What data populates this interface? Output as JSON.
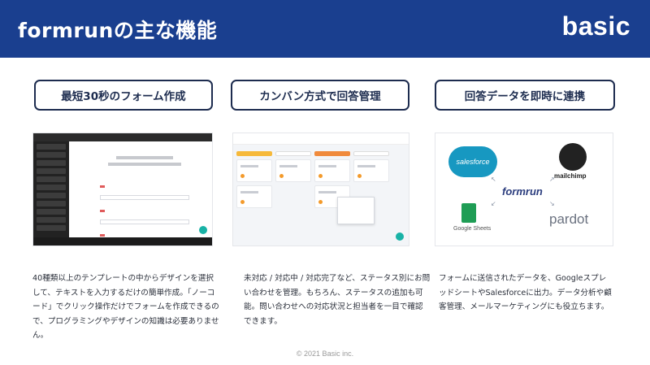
{
  "header": {
    "title": "formrunの主な機能",
    "logo": "basic"
  },
  "features": [
    {
      "label": "最短30秒のフォーム作成",
      "description": "40種類以上のテンプレートの中からデザインを選択して、テキストを入力するだけの簡単作成。「ノーコード」でクリック操作だけでフォームを作成できるので、プログラミングやデザインの知識は必要ありません。"
    },
    {
      "label": "カンバン方式で回答管理",
      "description": "未対応 / 対応中 / 対応完了など、ステータス別にお問い合わせを管理。もちろん、ステータスの追加も可能。問い合わせへの対応状況と担当者を一目で確認できます。"
    },
    {
      "label": "回答データを即時に連携",
      "description": "フォームに送信されたデータを、GoogleスプレッドシートやSalesforceに出力。データ分析や顧客管理、メールマーケティングにも役立ちます。"
    }
  ],
  "integrations": {
    "salesforce": "salesforce",
    "mailchimp": "mailchimp",
    "formrun": "formrun",
    "google_sheets": "Google Sheets",
    "pardot": "pardot"
  },
  "footer": "© 2021 Basic inc.",
  "colors": {
    "header_bg": "#1a3f8f",
    "label_border": "#1d2c4f",
    "accent_teal": "#18b2a6"
  }
}
